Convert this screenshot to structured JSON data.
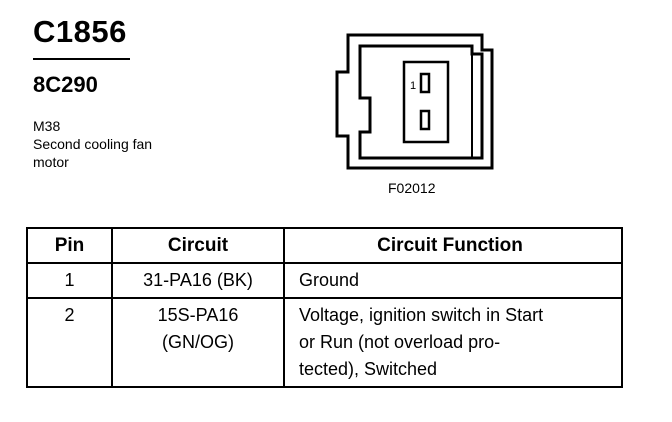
{
  "header": {
    "connector_id": "C1856",
    "part_number": "8C290",
    "location_code": "M38",
    "description_line1": "Second cooling fan",
    "description_line2": "motor"
  },
  "figure": {
    "pin_label": "1",
    "code": "F02012"
  },
  "table": {
    "headers": [
      "Pin",
      "Circuit",
      "Circuit Function"
    ],
    "rows": [
      {
        "pin": "1",
        "circuit": "31-PA16 (BK)",
        "function": "Ground"
      },
      {
        "pin": "2",
        "circuit": "15S-PA16\n(GN/OG)",
        "function": "Voltage, ignition switch in Start\nor Run (not overload pro-\ntected), Switched"
      }
    ]
  }
}
